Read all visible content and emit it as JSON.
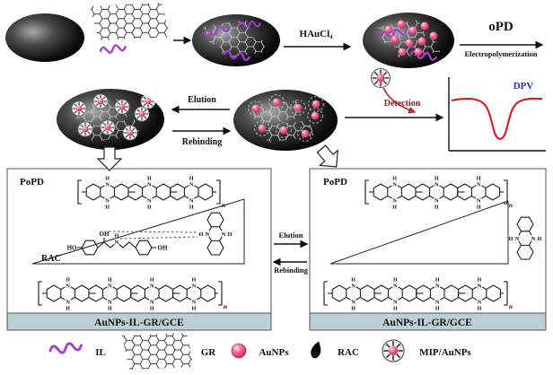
{
  "top_row": {
    "haucl4": "HAuCl₄",
    "opd": "oPD",
    "electropolymerization": "Electropolymerization"
  },
  "mid_row": {
    "elution": "Elution",
    "rebinding": "Rebinding",
    "detection": "Detection",
    "dpv": "DPV"
  },
  "panel_left": {
    "popd": "PoPD",
    "rac": "RAC",
    "electrode": "AuNPs-IL-GR/GCE"
  },
  "panel_right": {
    "popd": "PoPD",
    "electrode": "AuNPs-IL-GR/GCE"
  },
  "exchange": {
    "elution": "Elution",
    "rebinding": "Rebinding"
  },
  "legend": {
    "il": "IL",
    "gr": "GR",
    "aunps": "AuNPs",
    "rac": "RAC",
    "mip": "MIP/AuNPs"
  },
  "atoms": {
    "n": "N",
    "h": "H",
    "ho": "HO",
    "oh": "OH",
    "n_sub": "n"
  },
  "icons": {
    "il": "purple-squiggle",
    "gr": "hexagon-mesh",
    "aunps": "pink-sphere",
    "rac": "black-droplet",
    "mip": "spoked-circle-with-pink-core"
  },
  "colors": {
    "il_purple": "#a03fd0",
    "aunps_pink": "#e8538d",
    "dpv_curve_red": "#e01212",
    "dpv_label_blue": "#2433c0",
    "detection_red": "#a51212",
    "electrode_bar": "#bacfd8"
  }
}
